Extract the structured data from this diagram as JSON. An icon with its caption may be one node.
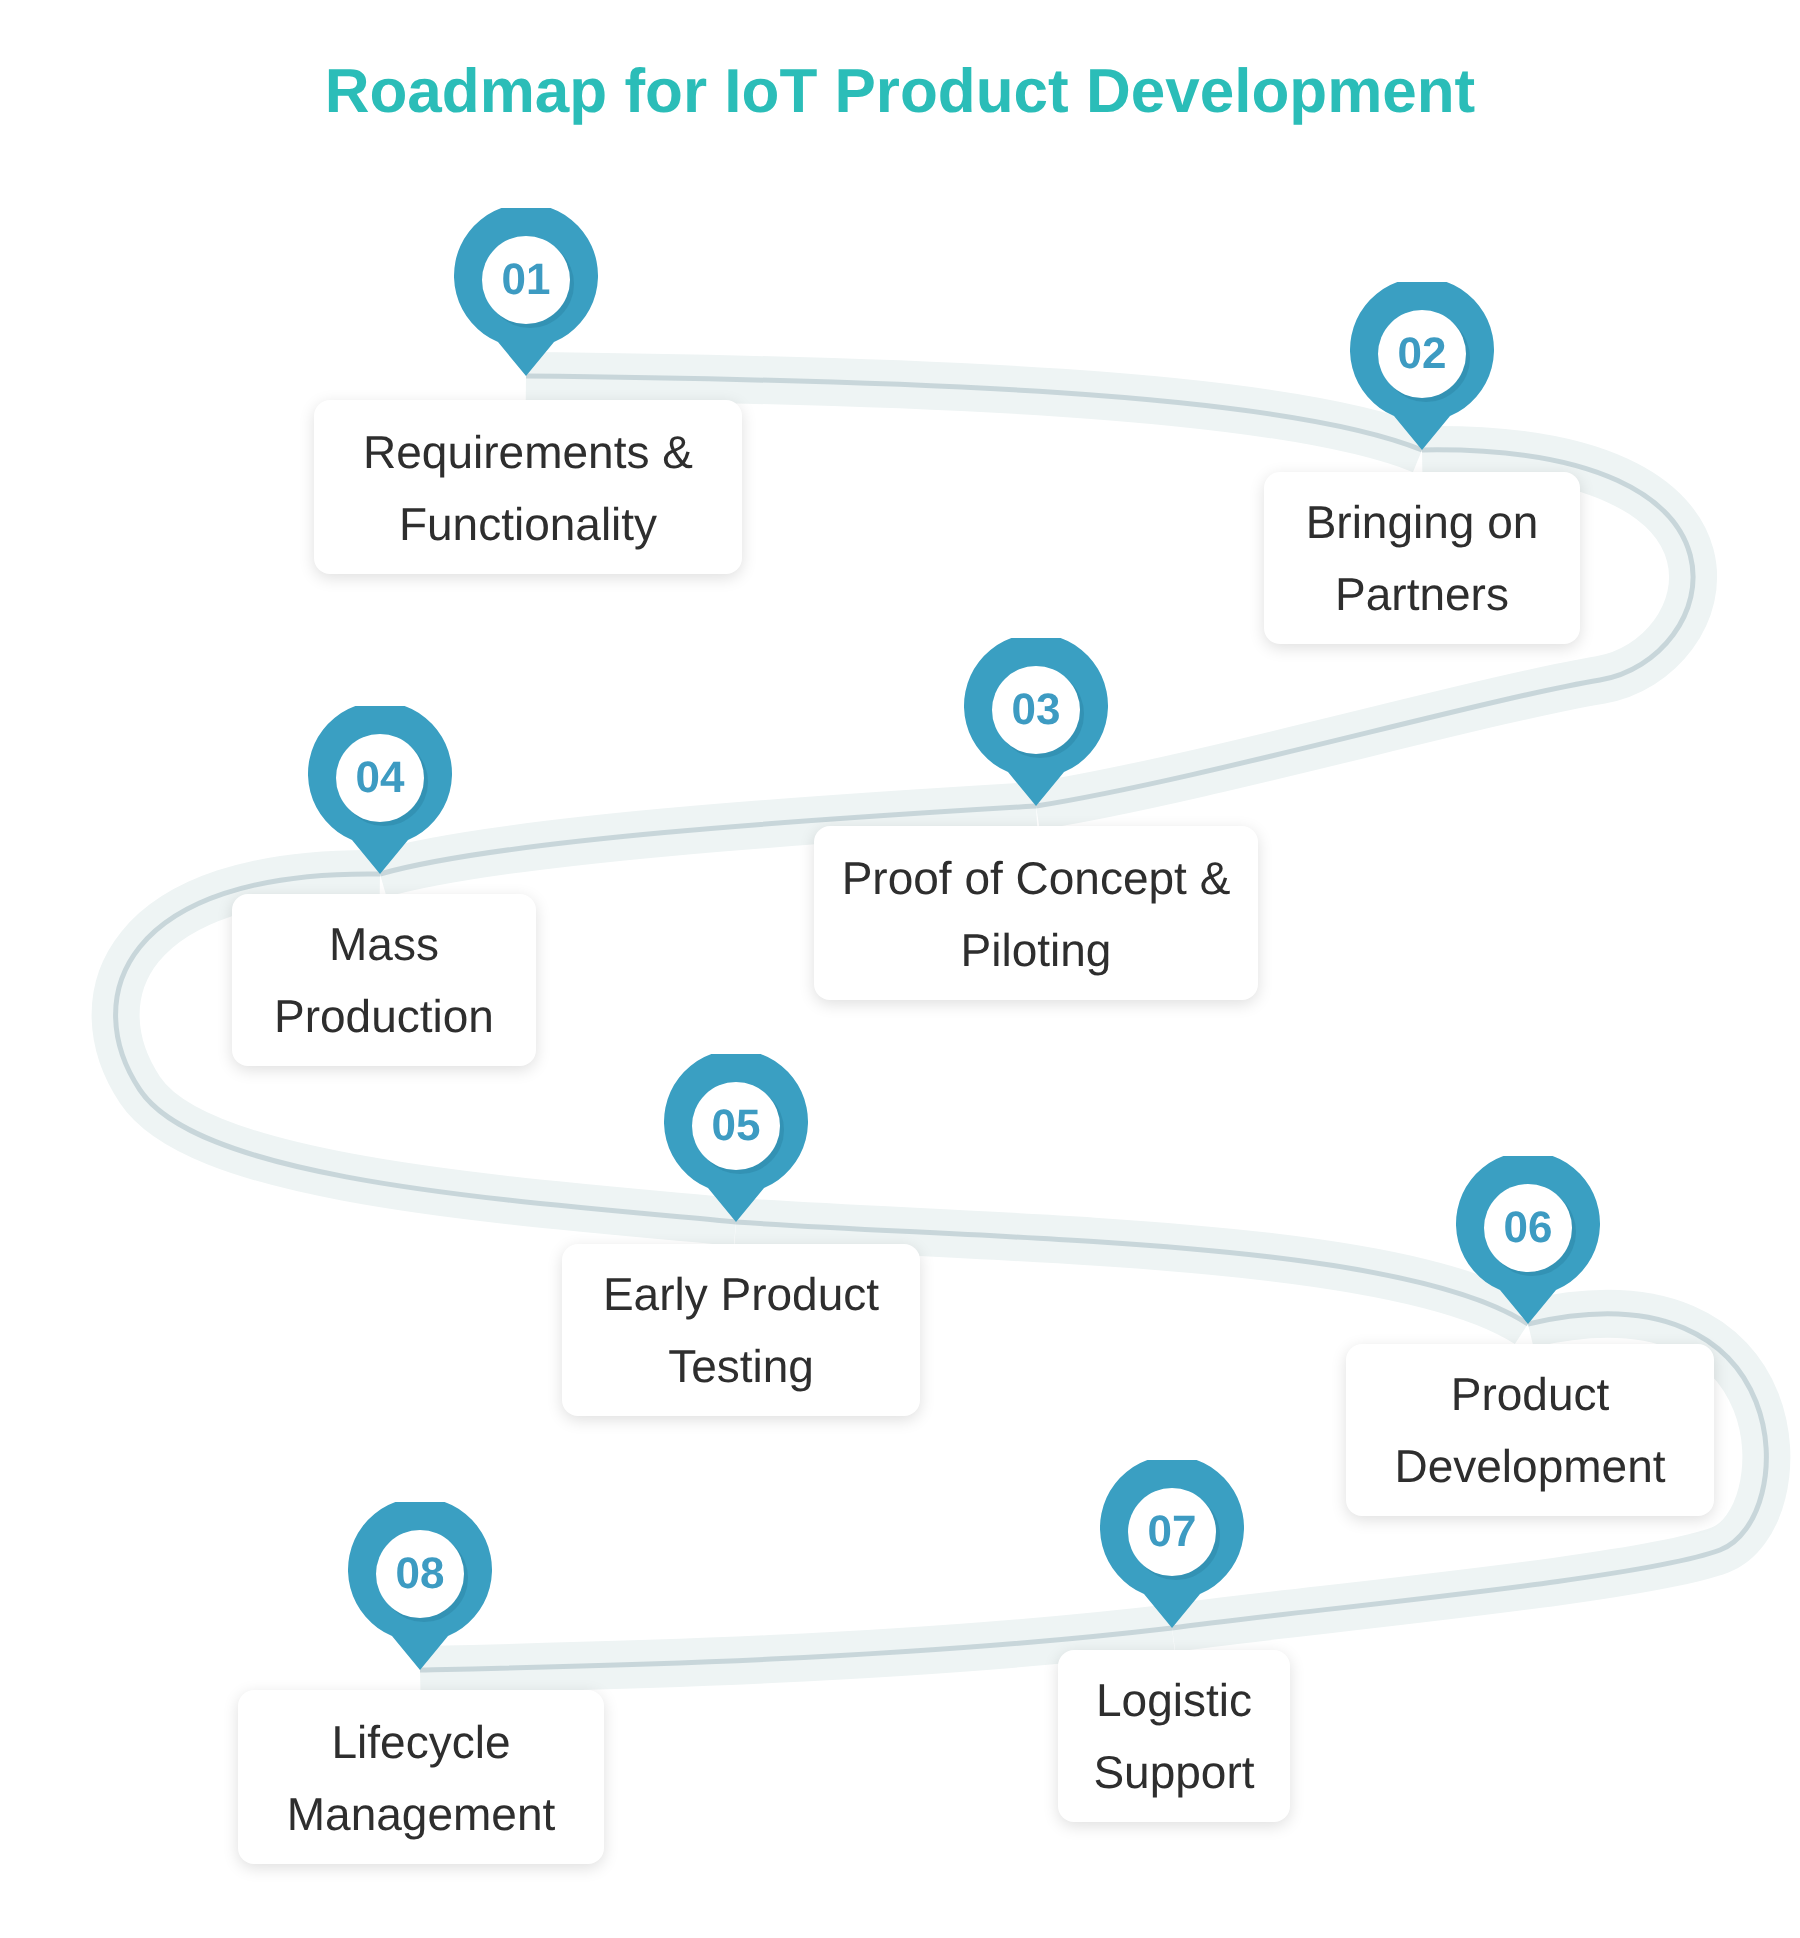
{
  "diagram": {
    "title": "Roadmap for IoT Product Development",
    "nodes": [
      {
        "text": [
          "01"
        ]
      },
      {
        "text": [
          "Requirements & Functionality"
        ]
      },
      {
        "text": [
          "02"
        ]
      },
      {
        "text": [
          "Bringing on Partners"
        ]
      },
      {
        "text": [
          "03"
        ]
      },
      {
        "text": [
          "Proof of Concept & Piloting"
        ]
      },
      {
        "text": [
          "04"
        ]
      },
      {
        "text": [
          "Mass Production"
        ]
      },
      {
        "text": [
          "05"
        ]
      },
      {
        "text": [
          "Early Product Testing"
        ]
      },
      {
        "text": [
          "06"
        ]
      },
      {
        "text": [
          "Product Development"
        ]
      },
      {
        "text": [
          "07"
        ]
      },
      {
        "text": [
          "Logistic Support"
        ]
      },
      {
        "text": [
          "08"
        ]
      },
      {
        "text": [
          "Lifecycle Management"
        ]
      }
    ],
    "edges": [
      {
        "from": 0,
        "to": 2,
        "arrow": "none"
      },
      {
        "from": 2,
        "to": 4,
        "arrow": "none"
      },
      {
        "from": 4,
        "to": 6,
        "arrow": "none"
      },
      {
        "from": 6,
        "to": 8,
        "arrow": "none"
      },
      {
        "from": 8,
        "to": 10,
        "arrow": "none"
      },
      {
        "from": 10,
        "to": 12,
        "arrow": "none"
      },
      {
        "from": 12,
        "to": 14,
        "arrow": "none"
      }
    ]
  }
}
